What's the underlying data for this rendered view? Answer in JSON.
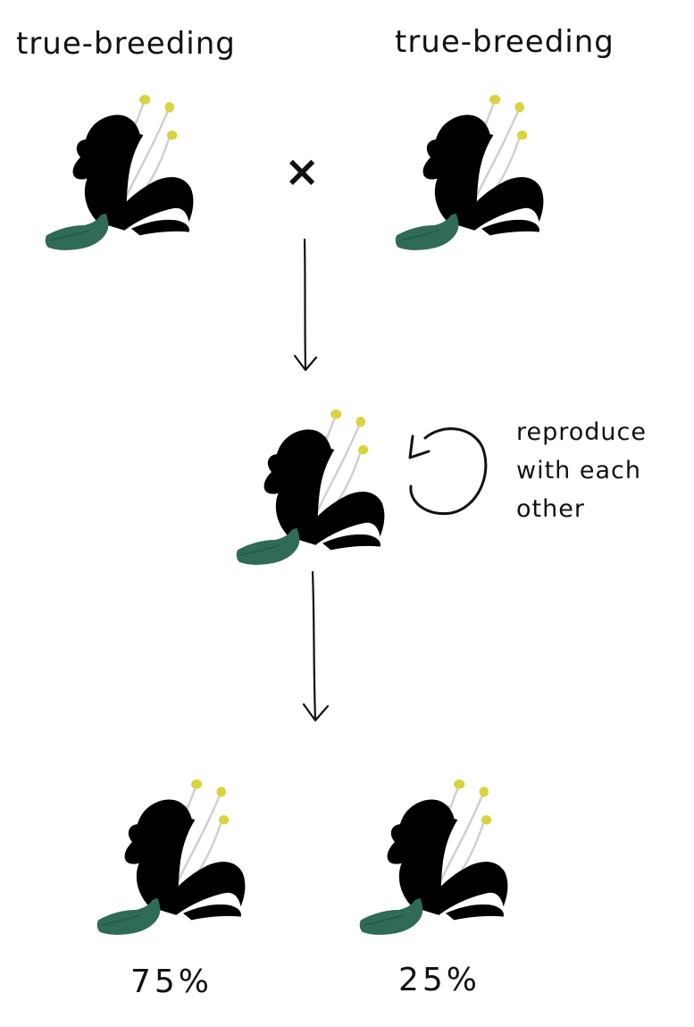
{
  "parents": {
    "left_label": "true-breeding",
    "right_label": "true-breeding",
    "cross_symbol": "×"
  },
  "offspring": {
    "note_line_1": "reproduce",
    "note_line_2": "with each",
    "note_line_3": "other"
  },
  "results": {
    "purple_percent": "75%",
    "white_percent": "25%"
  },
  "colors": {
    "purple_petal": "#dcc3f5",
    "purple_outline": "#b3a3c6",
    "white_petal": "#ffffff",
    "white_outline": "#d3d3d3",
    "stem": "#2f6b56",
    "filament": "#cfcfcf",
    "anther": "#d7d440",
    "ink": "#111111"
  }
}
